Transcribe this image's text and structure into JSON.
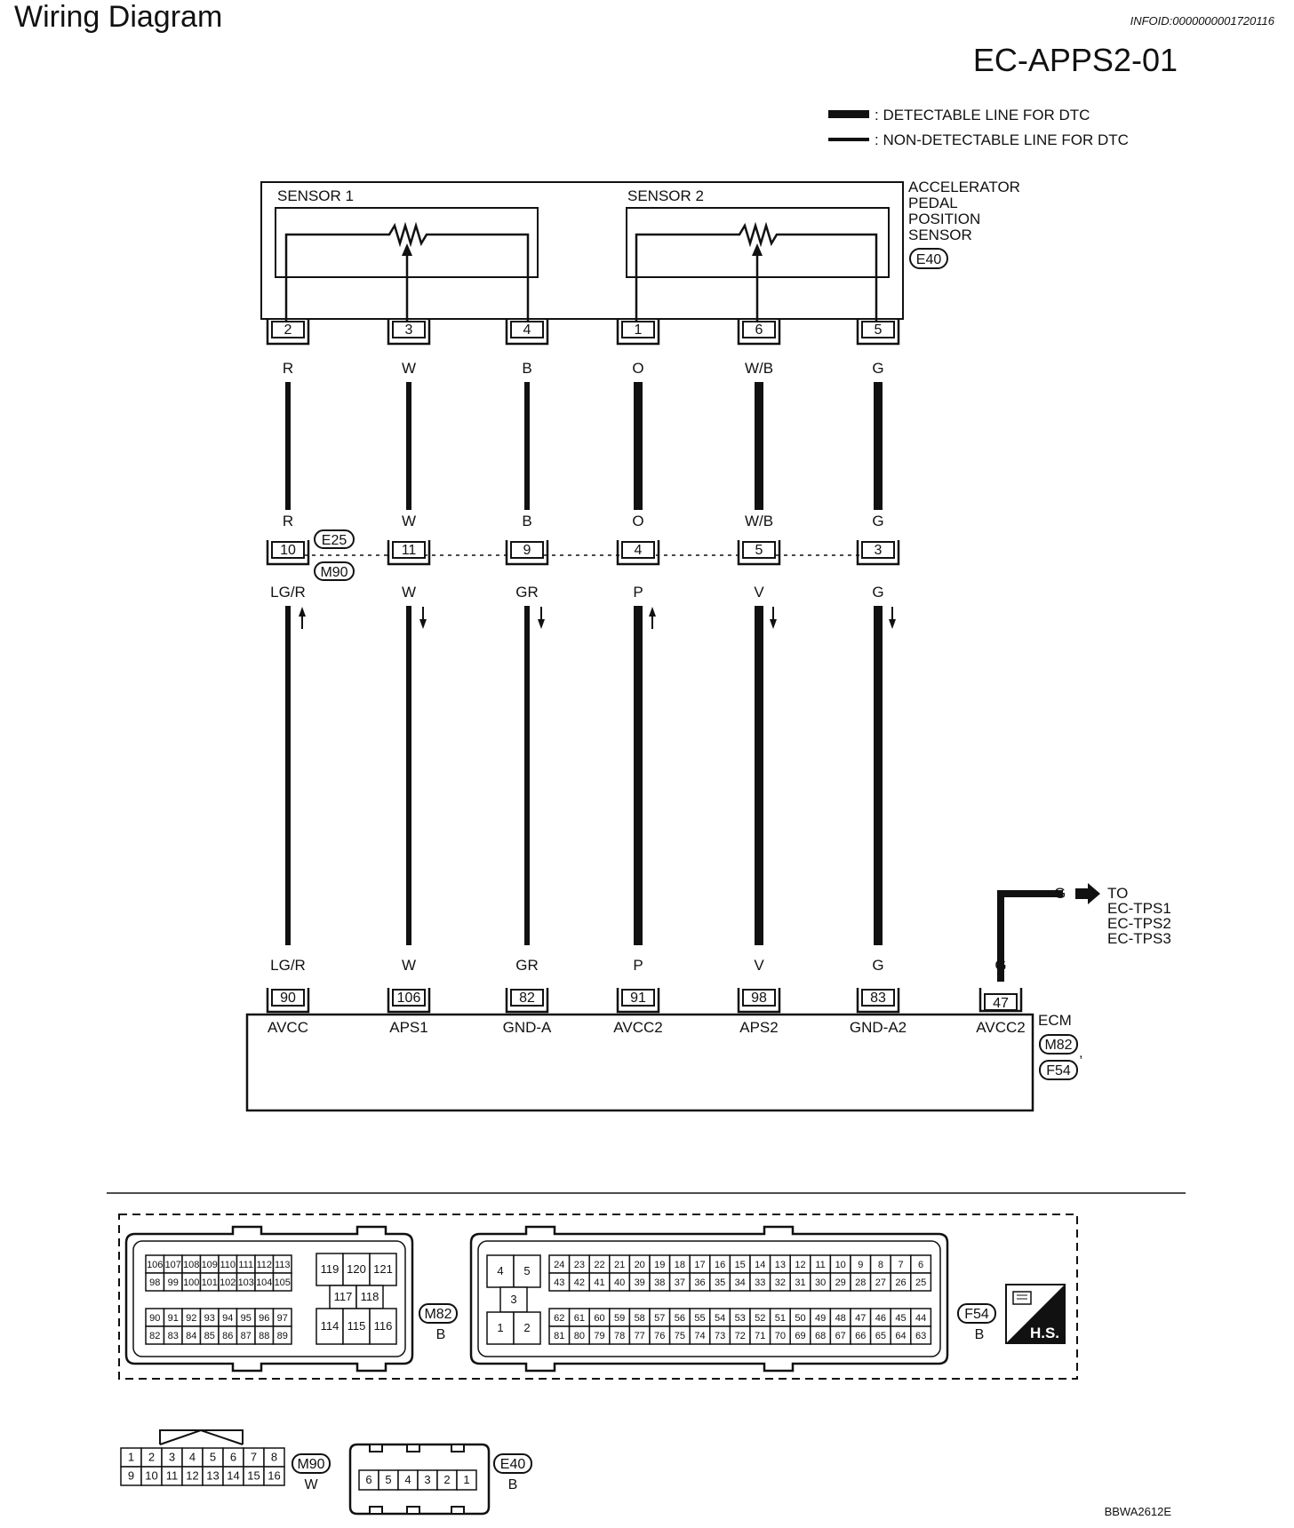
{
  "header": {
    "title": "Wiring Diagram",
    "info_id": "INFOID:0000000001720116",
    "page_code": "EC-APPS2-01"
  },
  "legend": {
    "detectable": ": DETECTABLE LINE FOR DTC",
    "non_detectable": ": NON-DETECTABLE LINE FOR DTC"
  },
  "sensor": {
    "sensor1_label": "SENSOR 1",
    "sensor2_label": "SENSOR 2",
    "name_lines": [
      "ACCELERATOR",
      "PEDAL",
      "POSITION",
      "SENSOR"
    ],
    "connector": "E40"
  },
  "junction": {
    "connector_top": "E25",
    "connector_bottom": "M90"
  },
  "wires": [
    {
      "sensor_pin": "2",
      "color_upper": "R",
      "junction_pin": "10",
      "color_lower": "LG/R",
      "flow": "up",
      "ecm_pin": "90",
      "ecm_label": "AVCC",
      "detectable": false
    },
    {
      "sensor_pin": "3",
      "color_upper": "W",
      "junction_pin": "11",
      "color_lower": "W",
      "flow": "down",
      "ecm_pin": "106",
      "ecm_label": "APS1",
      "detectable": false
    },
    {
      "sensor_pin": "4",
      "color_upper": "B",
      "junction_pin": "9",
      "color_lower": "GR",
      "flow": "down",
      "ecm_pin": "82",
      "ecm_label": "GND-A",
      "detectable": false
    },
    {
      "sensor_pin": "1",
      "color_upper": "O",
      "junction_pin": "4",
      "color_lower": "P",
      "flow": "up",
      "ecm_pin": "91",
      "ecm_label": "AVCC2",
      "detectable": true
    },
    {
      "sensor_pin": "6",
      "color_upper": "W/B",
      "junction_pin": "5",
      "color_lower": "V",
      "flow": "down",
      "ecm_pin": "98",
      "ecm_label": "APS2",
      "detectable": true
    },
    {
      "sensor_pin": "5",
      "color_upper": "G",
      "junction_pin": "3",
      "color_lower": "G",
      "flow": "down",
      "ecm_pin": "83",
      "ecm_label": "GND-A2",
      "detectable": true
    }
  ],
  "ecm": {
    "name": "ECM",
    "connector1": "M82",
    "connector2": "F54",
    "extra_pin": "47",
    "extra_label": "AVCC2",
    "extra_color": "G",
    "branch_color": "G",
    "to_label": "TO",
    "to_targets": [
      "EC-TPS1",
      "EC-TPS2",
      "EC-TPS3"
    ]
  },
  "connectors": {
    "m82": {
      "id": "M82",
      "color": "B",
      "row1": [
        "106",
        "107",
        "108",
        "109",
        "110",
        "111",
        "112",
        "113"
      ],
      "row2": [
        "98",
        "99",
        "100",
        "101",
        "102",
        "103",
        "104",
        "105"
      ],
      "row3": [
        "90",
        "91",
        "92",
        "93",
        "94",
        "95",
        "96",
        "97"
      ],
      "row4": [
        "82",
        "83",
        "84",
        "85",
        "86",
        "87",
        "88",
        "89"
      ],
      "big_top": [
        "119",
        "120",
        "121"
      ],
      "big_mid": [
        "117",
        "118"
      ],
      "big_bottom": [
        "114",
        "115",
        "116"
      ]
    },
    "f54": {
      "id": "F54",
      "color": "B",
      "left_top": [
        "4",
        "5"
      ],
      "left_mid": "3",
      "left_bottom": [
        "1",
        "2"
      ],
      "row1": [
        "24",
        "23",
        "22",
        "21",
        "20",
        "19",
        "18",
        "17",
        "16",
        "15",
        "14",
        "13",
        "12",
        "11",
        "10",
        "9",
        "8",
        "7",
        "6"
      ],
      "row2": [
        "43",
        "42",
        "41",
        "40",
        "39",
        "38",
        "37",
        "36",
        "35",
        "34",
        "33",
        "32",
        "31",
        "30",
        "29",
        "28",
        "27",
        "26",
        "25"
      ],
      "row3": [
        "62",
        "61",
        "60",
        "59",
        "58",
        "57",
        "56",
        "55",
        "54",
        "53",
        "52",
        "51",
        "50",
        "49",
        "48",
        "47",
        "46",
        "45",
        "44"
      ],
      "row4": [
        "81",
        "80",
        "79",
        "78",
        "77",
        "76",
        "75",
        "74",
        "73",
        "72",
        "71",
        "70",
        "69",
        "68",
        "67",
        "66",
        "65",
        "64",
        "63"
      ]
    },
    "hs_label": "H.S.",
    "m90": {
      "id": "M90",
      "color": "W",
      "row1": [
        "1",
        "2",
        "3",
        "4",
        "5",
        "6",
        "7",
        "8"
      ],
      "row2": [
        "9",
        "10",
        "11",
        "12",
        "13",
        "14",
        "15",
        "16"
      ]
    },
    "e40": {
      "id": "E40",
      "color": "B",
      "row": [
        "6",
        "5",
        "4",
        "3",
        "2",
        "1"
      ]
    }
  },
  "footer": {
    "code": "BBWA2612E"
  }
}
